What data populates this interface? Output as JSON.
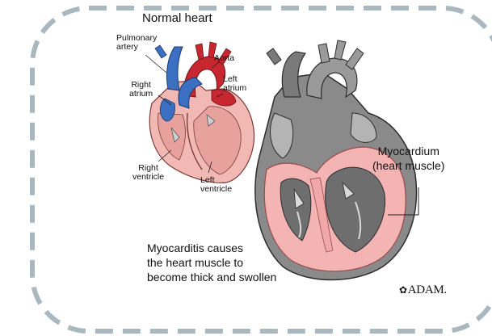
{
  "title": "Normal heart",
  "labels": {
    "pulmonary_artery": [
      "Pulmonary",
      "artery"
    ],
    "aorta": "Aorta",
    "left_atrium": [
      "Left",
      "atrium"
    ],
    "right_atrium": [
      "Right",
      "atrium"
    ],
    "right_ventricle": [
      "Right",
      "ventricle"
    ],
    "left_ventricle": [
      "Left",
      "ventricle"
    ],
    "myocardium": [
      "Myocardium",
      "(heart muscle)"
    ]
  },
  "caption": [
    "Myocarditis causes",
    "the heart muscle to",
    "become thick and swollen"
  ],
  "brand": "ADAM.",
  "colors": {
    "frame": "#a9b8be",
    "red": "#c8272f",
    "blue": "#3a6fc1",
    "muscle_pink": "#f4b4b4",
    "gray_dark": "#4a4a4a"
  }
}
